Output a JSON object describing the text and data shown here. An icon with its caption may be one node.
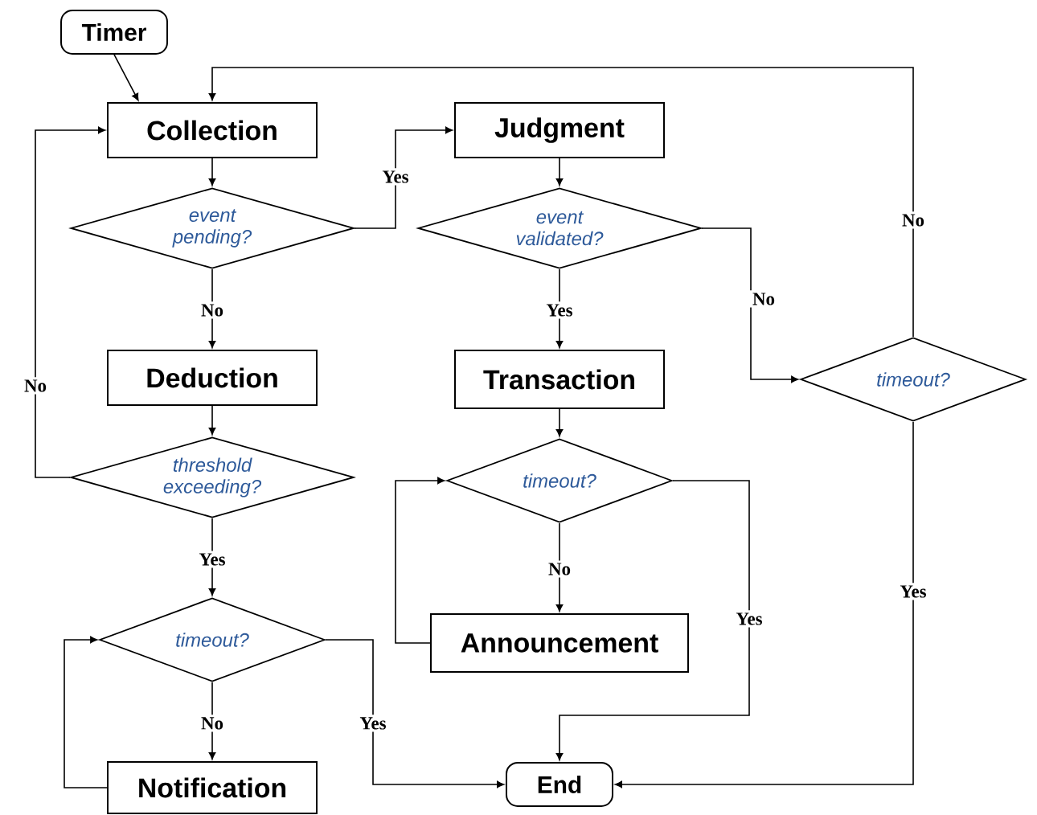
{
  "diagram": {
    "nodes": [
      {
        "text": [
          "Timer"
        ]
      },
      {
        "text": [
          "Collection"
        ]
      },
      {
        "text": [
          "event pending?"
        ]
      },
      {
        "text": [
          "Judgment"
        ]
      },
      {
        "text": [
          "event validated?"
        ]
      },
      {
        "text": [
          "Deduction"
        ]
      },
      {
        "text": [
          "Transaction"
        ]
      },
      {
        "text": [
          "threshold exceeding?"
        ]
      },
      {
        "text": [
          "timeout?"
        ]
      },
      {
        "text": [
          "timeout?"
        ]
      },
      {
        "text": [
          "timeout?"
        ]
      },
      {
        "text": [
          "Announcement"
        ]
      },
      {
        "text": [
          "Notification"
        ]
      },
      {
        "text": [
          "End"
        ]
      }
    ],
    "edges": [
      {
        "from": 0,
        "to": 1,
        "arrow": "to"
      },
      {
        "from": 8,
        "to": 1,
        "arrow": "to",
        "label": "No"
      },
      {
        "from": 1,
        "to": 2,
        "arrow": "to"
      },
      {
        "from": 2,
        "to": 3,
        "arrow": "to",
        "label": "Yes"
      },
      {
        "from": 2,
        "to": 5,
        "arrow": "to",
        "label": "No"
      },
      {
        "from": 7,
        "to": 1,
        "arrow": "to",
        "label": "No"
      },
      {
        "from": 3,
        "to": 4,
        "arrow": "to"
      },
      {
        "from": 4,
        "to": 6,
        "arrow": "to",
        "label": "Yes"
      },
      {
        "from": 4,
        "to": 8,
        "arrow": "to",
        "label": "No"
      },
      {
        "from": 5,
        "to": 7,
        "arrow": "to"
      },
      {
        "from": 6,
        "to": 9,
        "arrow": "to"
      },
      {
        "from": 7,
        "to": 10,
        "arrow": "to",
        "label": "Yes"
      },
      {
        "from": 9,
        "to": 11,
        "arrow": "to",
        "label": "No"
      },
      {
        "from": 11,
        "to": 9,
        "arrow": "to"
      },
      {
        "from": 9,
        "to": 13,
        "arrow": "to",
        "label": "Yes"
      },
      {
        "from": 8,
        "to": 13,
        "arrow": "to",
        "label": "Yes"
      },
      {
        "from": 10,
        "to": 12,
        "arrow": "to",
        "label": "No"
      },
      {
        "from": 12,
        "to": 10,
        "arrow": "to"
      },
      {
        "from": 10,
        "to": 13,
        "arrow": "to",
        "label": "Yes"
      }
    ]
  }
}
